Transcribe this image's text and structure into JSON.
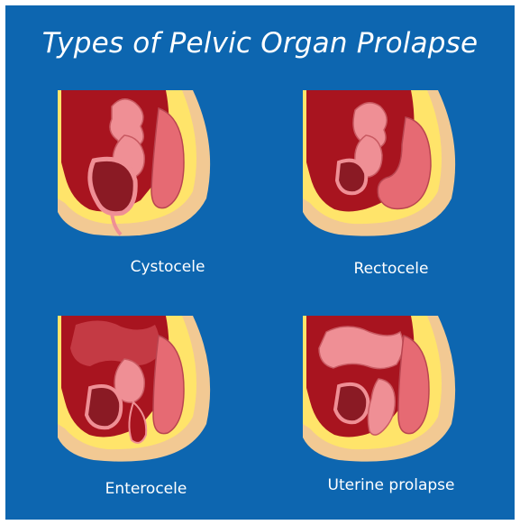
{
  "title": "Types of Pelvic Organ Prolapse",
  "colors": {
    "background": "#0d66b0",
    "skin": "#f2c993",
    "fat": "#ffe46a",
    "cavity": "#a8141f",
    "organ_pink": "#ef8f95",
    "organ_dark": "#8a1a24"
  },
  "panels": [
    {
      "id": "cystocele",
      "label": "Cystocele"
    },
    {
      "id": "rectocele",
      "label": "Rectocele"
    },
    {
      "id": "enterocele",
      "label": "Enterocele"
    },
    {
      "id": "uterine",
      "label": "Uterine prolapse"
    }
  ]
}
